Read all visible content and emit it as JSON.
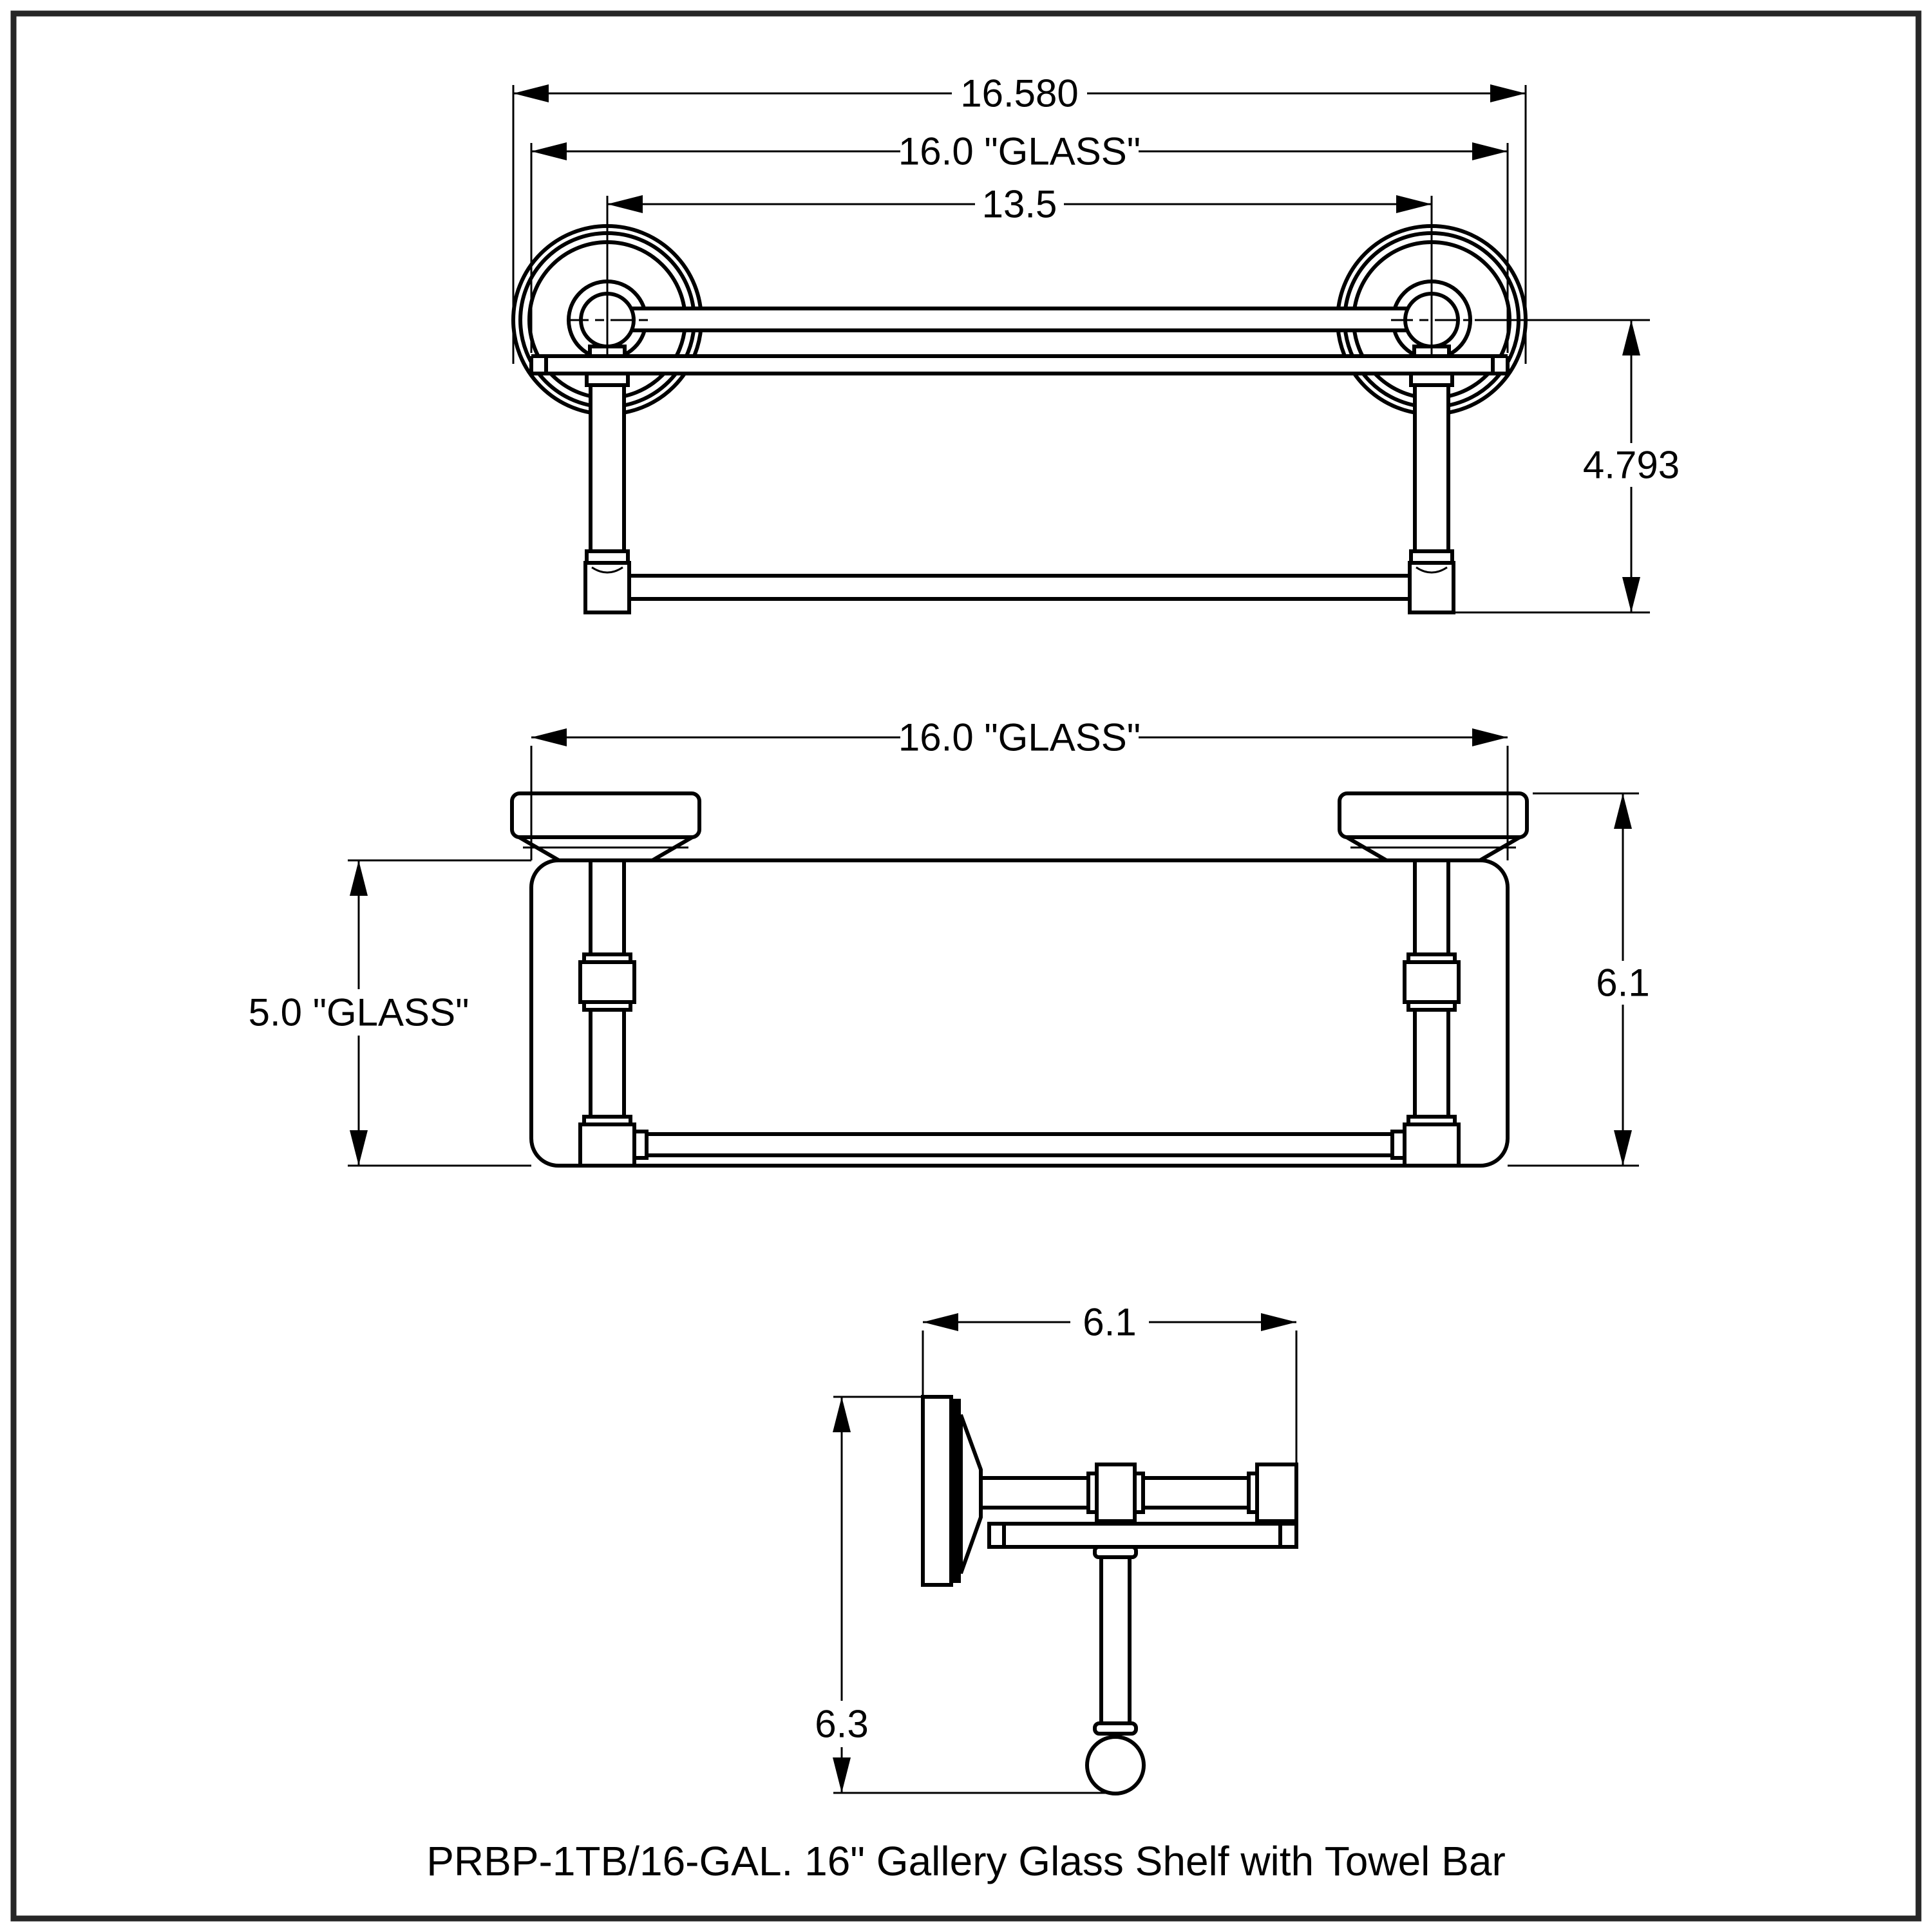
{
  "drawing": {
    "caption": "PRBP-1TB/16-GAL. 16\" Gallery Glass Shelf with Towel Bar",
    "front_view": {
      "dim_overall_width": "16.580",
      "dim_glass_width": "16.0 \"GLASS\"",
      "dim_post_spacing": "13.5",
      "dim_drop_height": "4.793"
    },
    "plan_view": {
      "dim_glass_width": "16.0 \"GLASS\"",
      "dim_glass_depth": "5.0 \"GLASS\"",
      "dim_overall_depth": "6.1"
    },
    "side_view": {
      "dim_overall_depth": "6.1",
      "dim_overall_height": "6.3"
    },
    "colors": {
      "line": "#000000",
      "background": "#ffffff",
      "frame": "#262626"
    }
  }
}
